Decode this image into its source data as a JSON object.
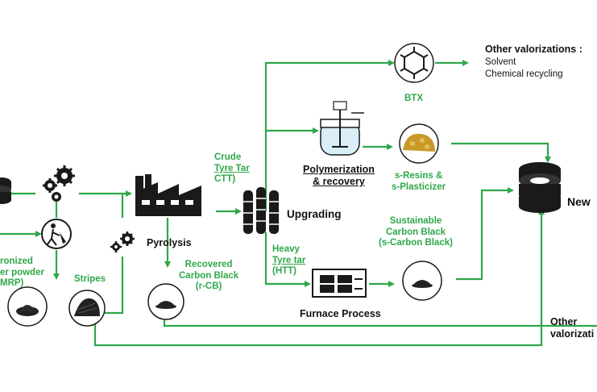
{
  "colors": {
    "flow_line": "#2ea84a",
    "label_green": "#2ea84a",
    "icon_dark": "#1a1a1a",
    "text_dark": "#111111"
  },
  "icons": [
    "tyre-stack-icon",
    "gears-icon",
    "recycling-person-icon",
    "powder-pile-icon",
    "stripes-pile-icon",
    "factory-icon",
    "column-icon",
    "reactor-icon",
    "benzene-icon",
    "resin-icon",
    "furnace-icon",
    "carbon-black-icon"
  ],
  "labels": {
    "micronized_l1": "ronized",
    "micronized_l2": "er powder",
    "micronized_l3": "MRP)",
    "stripes": "Stripes",
    "pyrolysis": "Pyrolysis",
    "recovered_l1": "Recovered",
    "recovered_l2": "Carbon Black",
    "recovered_l3": "(r-CB)",
    "crude_l1": "Crude",
    "crude_l2": "Tyre Tar",
    "crude_l3": "CTT)",
    "upgrading": "Upgrading",
    "heavy_l1": "Heavy",
    "heavy_l2": "Tyre tar",
    "heavy_l3": "(HTT)",
    "furnace": "Furnace  Process",
    "polymerization_l1": "Polymerization",
    "polymerization_l2": "& recovery",
    "btx": "BTX",
    "other_val_title": "Other valorizations :",
    "other_val_1": "Solvent",
    "other_val_2": "Chemical recycling",
    "resins_l1": "s-Resins &",
    "resins_l2": "s-Plasticizer",
    "scb_l1": "Sustainable",
    "scb_l2": "Carbon Black",
    "scb_l3": "(s-Carbon Black)",
    "new": "New",
    "other_bottom_l1": "Other",
    "other_bottom_l2": "valorizati"
  }
}
